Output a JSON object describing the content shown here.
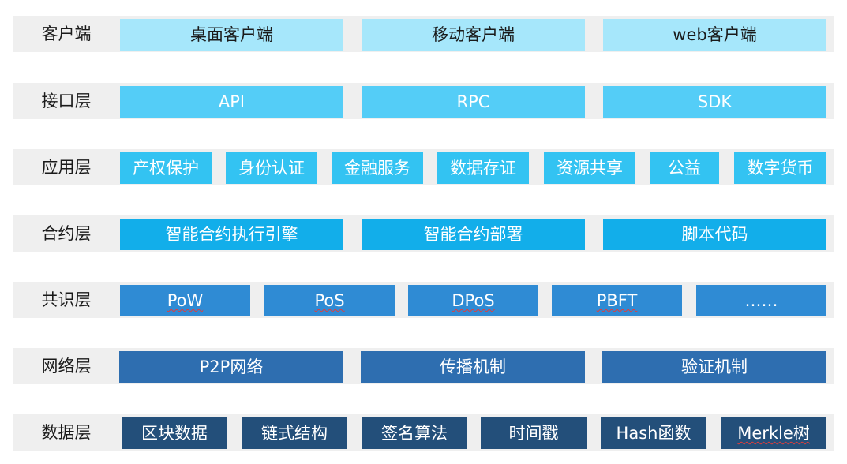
{
  "colors": {
    "row_background": "#efefef",
    "client": "#a6e7fb",
    "interface": "#54cdf7",
    "application": "#33c3f2",
    "contract": "#12aeea",
    "consensus": "#2f8bd4",
    "network": "#2e6eb0",
    "data": "#234f7a"
  },
  "layers": [
    {
      "label": "客户端",
      "items": [
        "桌面客户端",
        "移动客户端",
        "web客户端"
      ]
    },
    {
      "label": "接口层",
      "items": [
        "API",
        "RPC",
        "SDK"
      ]
    },
    {
      "label": "应用层",
      "items": [
        "产权保护",
        "身份认证",
        "金融服务",
        "数据存证",
        "资源共享",
        "公益",
        "数字货币"
      ]
    },
    {
      "label": "合约层",
      "items": [
        "智能合约执行引擎",
        "智能合约部署",
        "脚本代码"
      ]
    },
    {
      "label": "共识层",
      "items": [
        "PoW",
        "PoS",
        "DPoS",
        "PBFT",
        "……"
      ]
    },
    {
      "label": "网络层",
      "items": [
        "P2P网络",
        "传播机制",
        "验证机制"
      ]
    },
    {
      "label": "数据层",
      "items": [
        "区块数据",
        "链式结构",
        "签名算法",
        "时间戳",
        "Hash函数",
        "Merkle树"
      ]
    }
  ]
}
